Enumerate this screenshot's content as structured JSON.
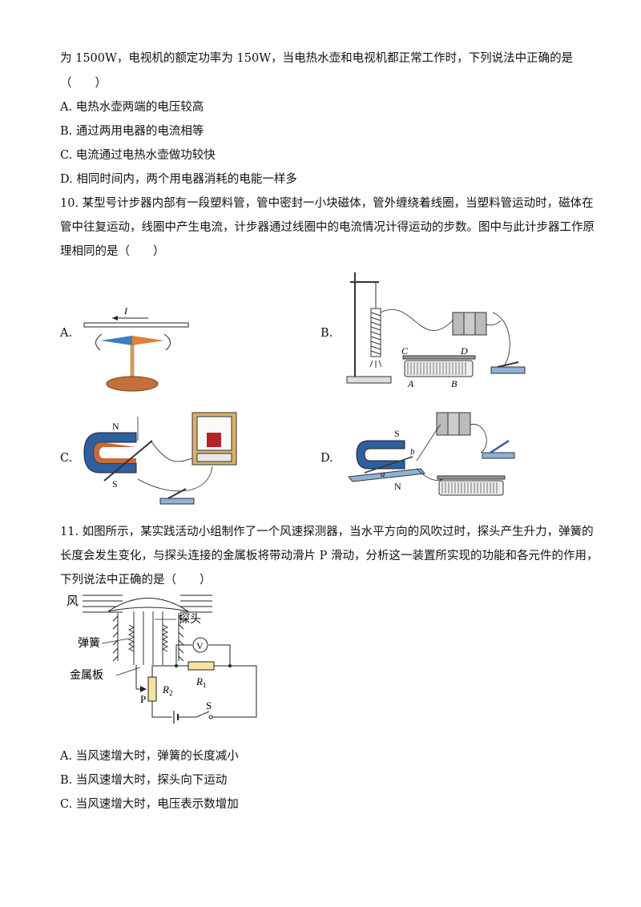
{
  "q9": {
    "stem_cont": "为 1500W，电视机的额定功率为 150W，当电热水壶和电视机都正常工作时，下列说法中正确的是",
    "bracket": "（　　）",
    "options": [
      "A.  电热水壶两端的电压较高",
      "B.  通过两用电器的电流相等",
      "C.  电流通过电热水壶做功较快",
      "D.  相同时间内，两个用电器消耗的电能一样多"
    ]
  },
  "q10": {
    "stem_line1": "10. 某型号计步器内部有一段塑料管，管中密封一小块磁体，管外缠绕着线圈，当塑料管运动时，磁体在",
    "stem_line2": "管中往复运动，线圈中产生电流，计步器通过线圈中的电流情况计得运动的步数。图中与此计步器工作原",
    "stem_line3": "理相同的是（　　）",
    "labels": {
      "a": "A.",
      "b": "B.",
      "c": "C.",
      "d": "D."
    },
    "fig_a": {
      "current": "I"
    },
    "fig_b": {
      "c": "C",
      "d": "D",
      "a": "A",
      "b": "B"
    },
    "fig_c": {
      "n": "N",
      "s": "S"
    },
    "fig_d": {
      "s": "S",
      "n": "N",
      "a": "a",
      "b": "b"
    }
  },
  "q11": {
    "stem_line1": "11. 如图所示，某实践活动小组制作了一个风速探测器，当水平方向的风吹过时，探头产生升力，弹簧的",
    "stem_line2": "长度会发生变化，与探头连接的金属板将带动滑片 P 滑动，分析这一装置所实现的功能和各元件的作用，",
    "stem_line3": "下列说法中正确的是（　　）",
    "figure": {
      "wind": "风",
      "probe": "探头",
      "spring": "弹簧",
      "plate": "金属板",
      "slider": "P",
      "r2": "R",
      "r2_sub": "2",
      "r1": "R",
      "r1_sub": "1",
      "voltmeter": "V",
      "switch": "S"
    },
    "options": [
      "A.  当风速增大时，弹簧的长度减小",
      "B.  当风速增大时，探头向下运动",
      "C.  当风速增大时，电压表示数增加"
    ]
  }
}
